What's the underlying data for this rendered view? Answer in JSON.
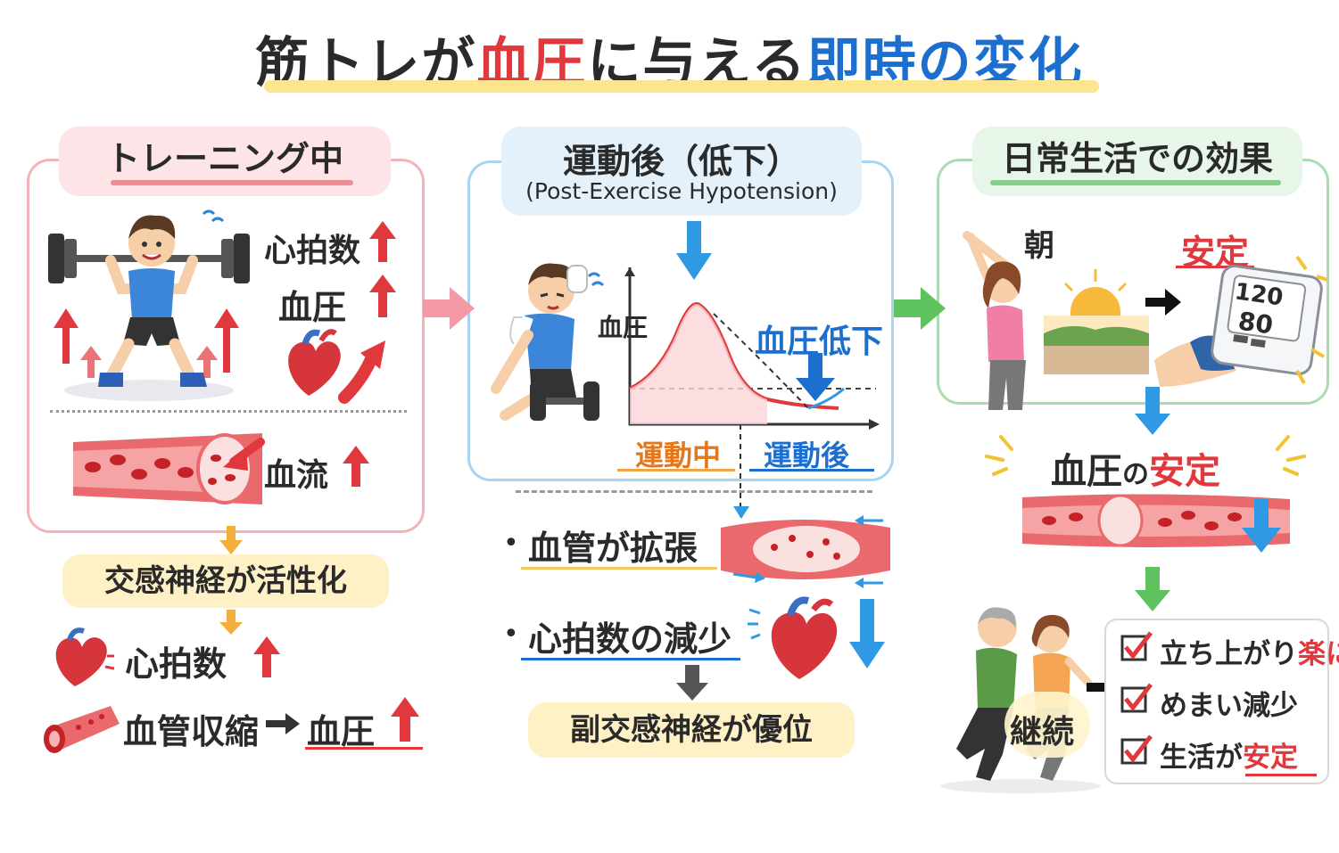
{
  "title": {
    "part1": "筋トレが",
    "part2": "血圧",
    "part3": "に与える",
    "part4": "即時の変化"
  },
  "left": {
    "header": "トレーニング中",
    "heart_rate": "心拍数",
    "blood_pressure": "血圧",
    "blood_flow": "血流",
    "sympathetic": "交感神経が活性化",
    "heart_rate2": "心拍数",
    "vaso": "血管収縮",
    "bp_result": "血圧"
  },
  "middle": {
    "header": "運動後（低下）",
    "subheader": "(Post-Exercise Hypotension)",
    "graph_ylabel": "血圧",
    "bp_drop": "血圧低下",
    "during": "運動中",
    "after": "運動後",
    "vasodilation": "血管が拡張",
    "hr_decrease": "心拍数の減少",
    "parasympathetic": "副交感神経が優位"
  },
  "right": {
    "header": "日常生活での効果",
    "morning": "朝",
    "stable": "安定",
    "monitor_sys": "120",
    "monitor_dia": "80",
    "bp_stable_1": "血圧",
    "bp_stable_2": "の",
    "bp_stable_3": "安定",
    "continue": "継続",
    "checks": [
      {
        "text": "立ち上がり",
        "emph": "楽に"
      },
      {
        "text": "めまい減少",
        "emph": ""
      },
      {
        "text": "生活が",
        "emph": "安定"
      }
    ]
  },
  "colors": {
    "red": "#e0383c",
    "blue": "#1c6fcf",
    "pink_panel": "#f2b4b8",
    "blue_panel": "#a9d3ef",
    "green_panel": "#a9dcb0",
    "yellow_pill": "#fff1c6"
  },
  "icons": [
    "weightlifter-icon",
    "heart-icon",
    "blood-vessel-icon",
    "tired-man-icon",
    "dumbbell-icon",
    "woman-stretching-icon",
    "sunrise-icon",
    "bp-monitor-icon",
    "couple-jogging-icon",
    "checkbox-icon"
  ]
}
